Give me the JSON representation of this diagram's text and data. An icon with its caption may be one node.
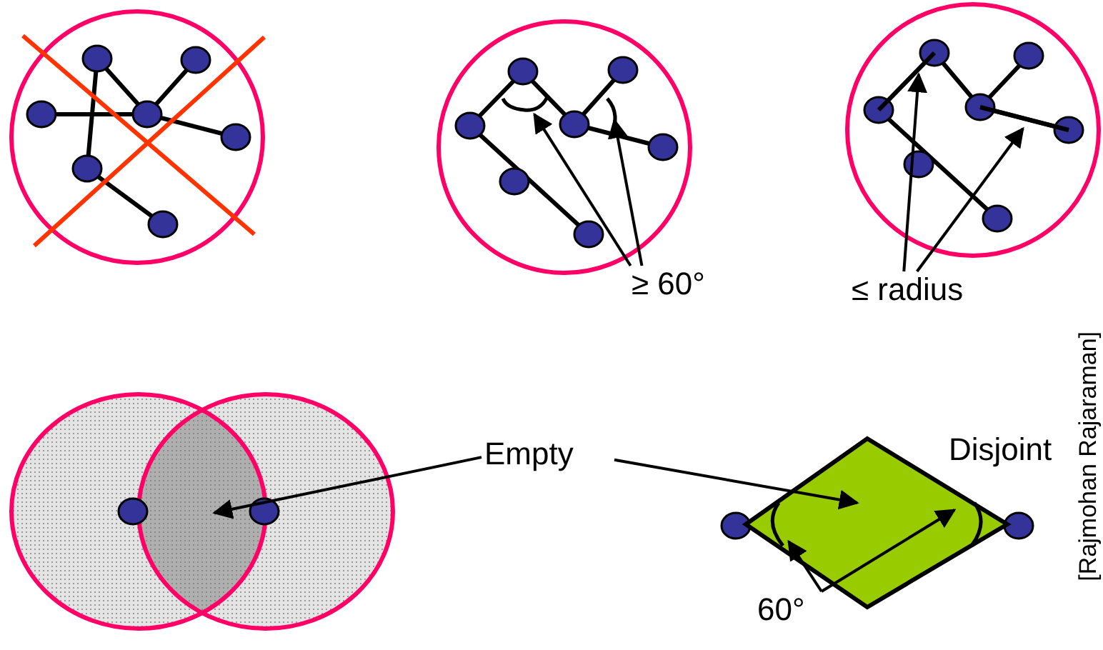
{
  "diagram": {
    "nodes": [
      {
        "text": [
          "≥ 60°"
        ]
      },
      {
        "text": [
          "≤ radius"
        ]
      },
      {
        "text": [
          "Empty"
        ]
      },
      {
        "text": [
          "Disjoint"
        ]
      },
      {
        "text": [
          "60°"
        ]
      },
      {
        "text": [],
        "shape": "arc"
      },
      {
        "text": [],
        "shape": "arc"
      },
      {
        "text": [],
        "shape": "line"
      },
      {
        "text": [],
        "shape": "line"
      },
      {
        "text": [],
        "shape": "lens"
      },
      {
        "text": [],
        "shape": "diamond"
      },
      {
        "text": [],
        "shape": "arc",
        "in": 10
      },
      {
        "text": [],
        "shape": "arc",
        "in": 10
      }
    ],
    "edges": [
      {
        "from": 0,
        "to": 5,
        "arrow": "to"
      },
      {
        "from": 0,
        "to": 6,
        "arrow": "to"
      },
      {
        "from": 1,
        "to": 7,
        "arrow": "to"
      },
      {
        "from": 1,
        "to": 8,
        "arrow": "to"
      },
      {
        "from": 2,
        "to": 9,
        "arrow": "to"
      },
      {
        "from": 2,
        "to": 10,
        "arrow": "to"
      },
      {
        "from": 4,
        "to": 11,
        "arrow": "to"
      },
      {
        "from": 4,
        "to": 12,
        "arrow": "to"
      }
    ],
    "labels": [
      "[Rajmohan Rajaraman]"
    ]
  }
}
